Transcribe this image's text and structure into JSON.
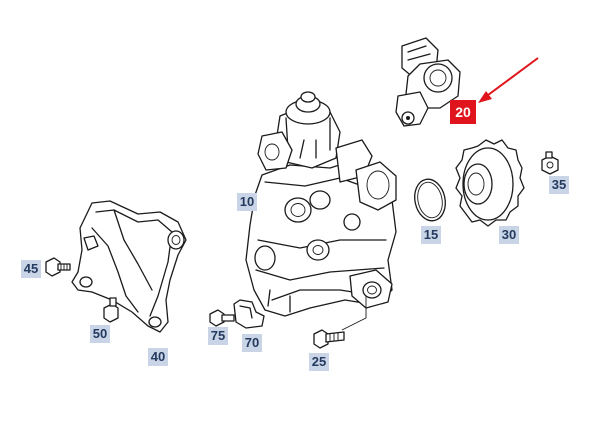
{
  "diagram": {
    "callouts": {
      "c10": "10",
      "c15": "15",
      "c20": "20",
      "c25": "25",
      "c30": "30",
      "c35": "35",
      "c40": "40",
      "c45": "45",
      "c50": "50",
      "c70": "70",
      "c75": "75"
    },
    "highlighted_callout": "20",
    "colors": {
      "callout_bg": "#c9d4e6",
      "callout_text": "#243a5e",
      "highlight_bg": "#e0141c",
      "highlight_arrow": "#e0141c",
      "line": "#1b1b1b"
    }
  }
}
